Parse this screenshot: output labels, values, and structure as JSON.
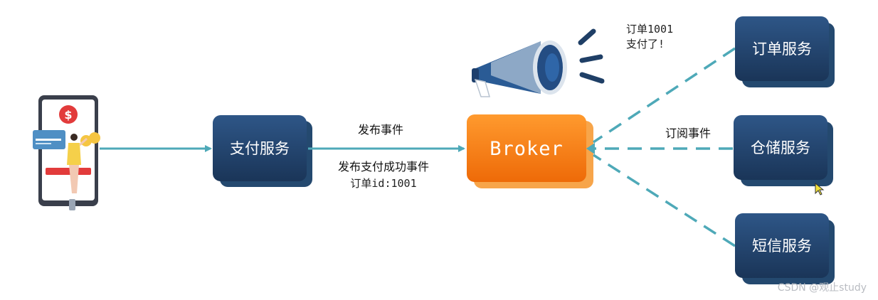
{
  "nodes": {
    "payment": {
      "label": "支付服务"
    },
    "broker": {
      "label": "Broker"
    },
    "order": {
      "label": "订单服务"
    },
    "storage": {
      "label": "仓储服务"
    },
    "sms": {
      "label": "短信服务"
    }
  },
  "edges": {
    "publish": {
      "label": "发布事件"
    },
    "publish_detail": {
      "line1": "发布支付成功事件",
      "line2": "订单id:1001"
    },
    "subscribe": {
      "label": "订阅事件"
    }
  },
  "announcement": {
    "line1": "订单1001",
    "line2": "支付了!"
  },
  "watermark": "CSDN @观止study",
  "colors": {
    "service_box": "#1f3f66",
    "broker_box": "#f47a0f",
    "connector": "#4ea9b8",
    "dollar": "#e23b3b",
    "megaphone": "#244d83"
  },
  "icons": [
    "phone-payment-icon",
    "megaphone-icon",
    "mouse-cursor-icon"
  ]
}
